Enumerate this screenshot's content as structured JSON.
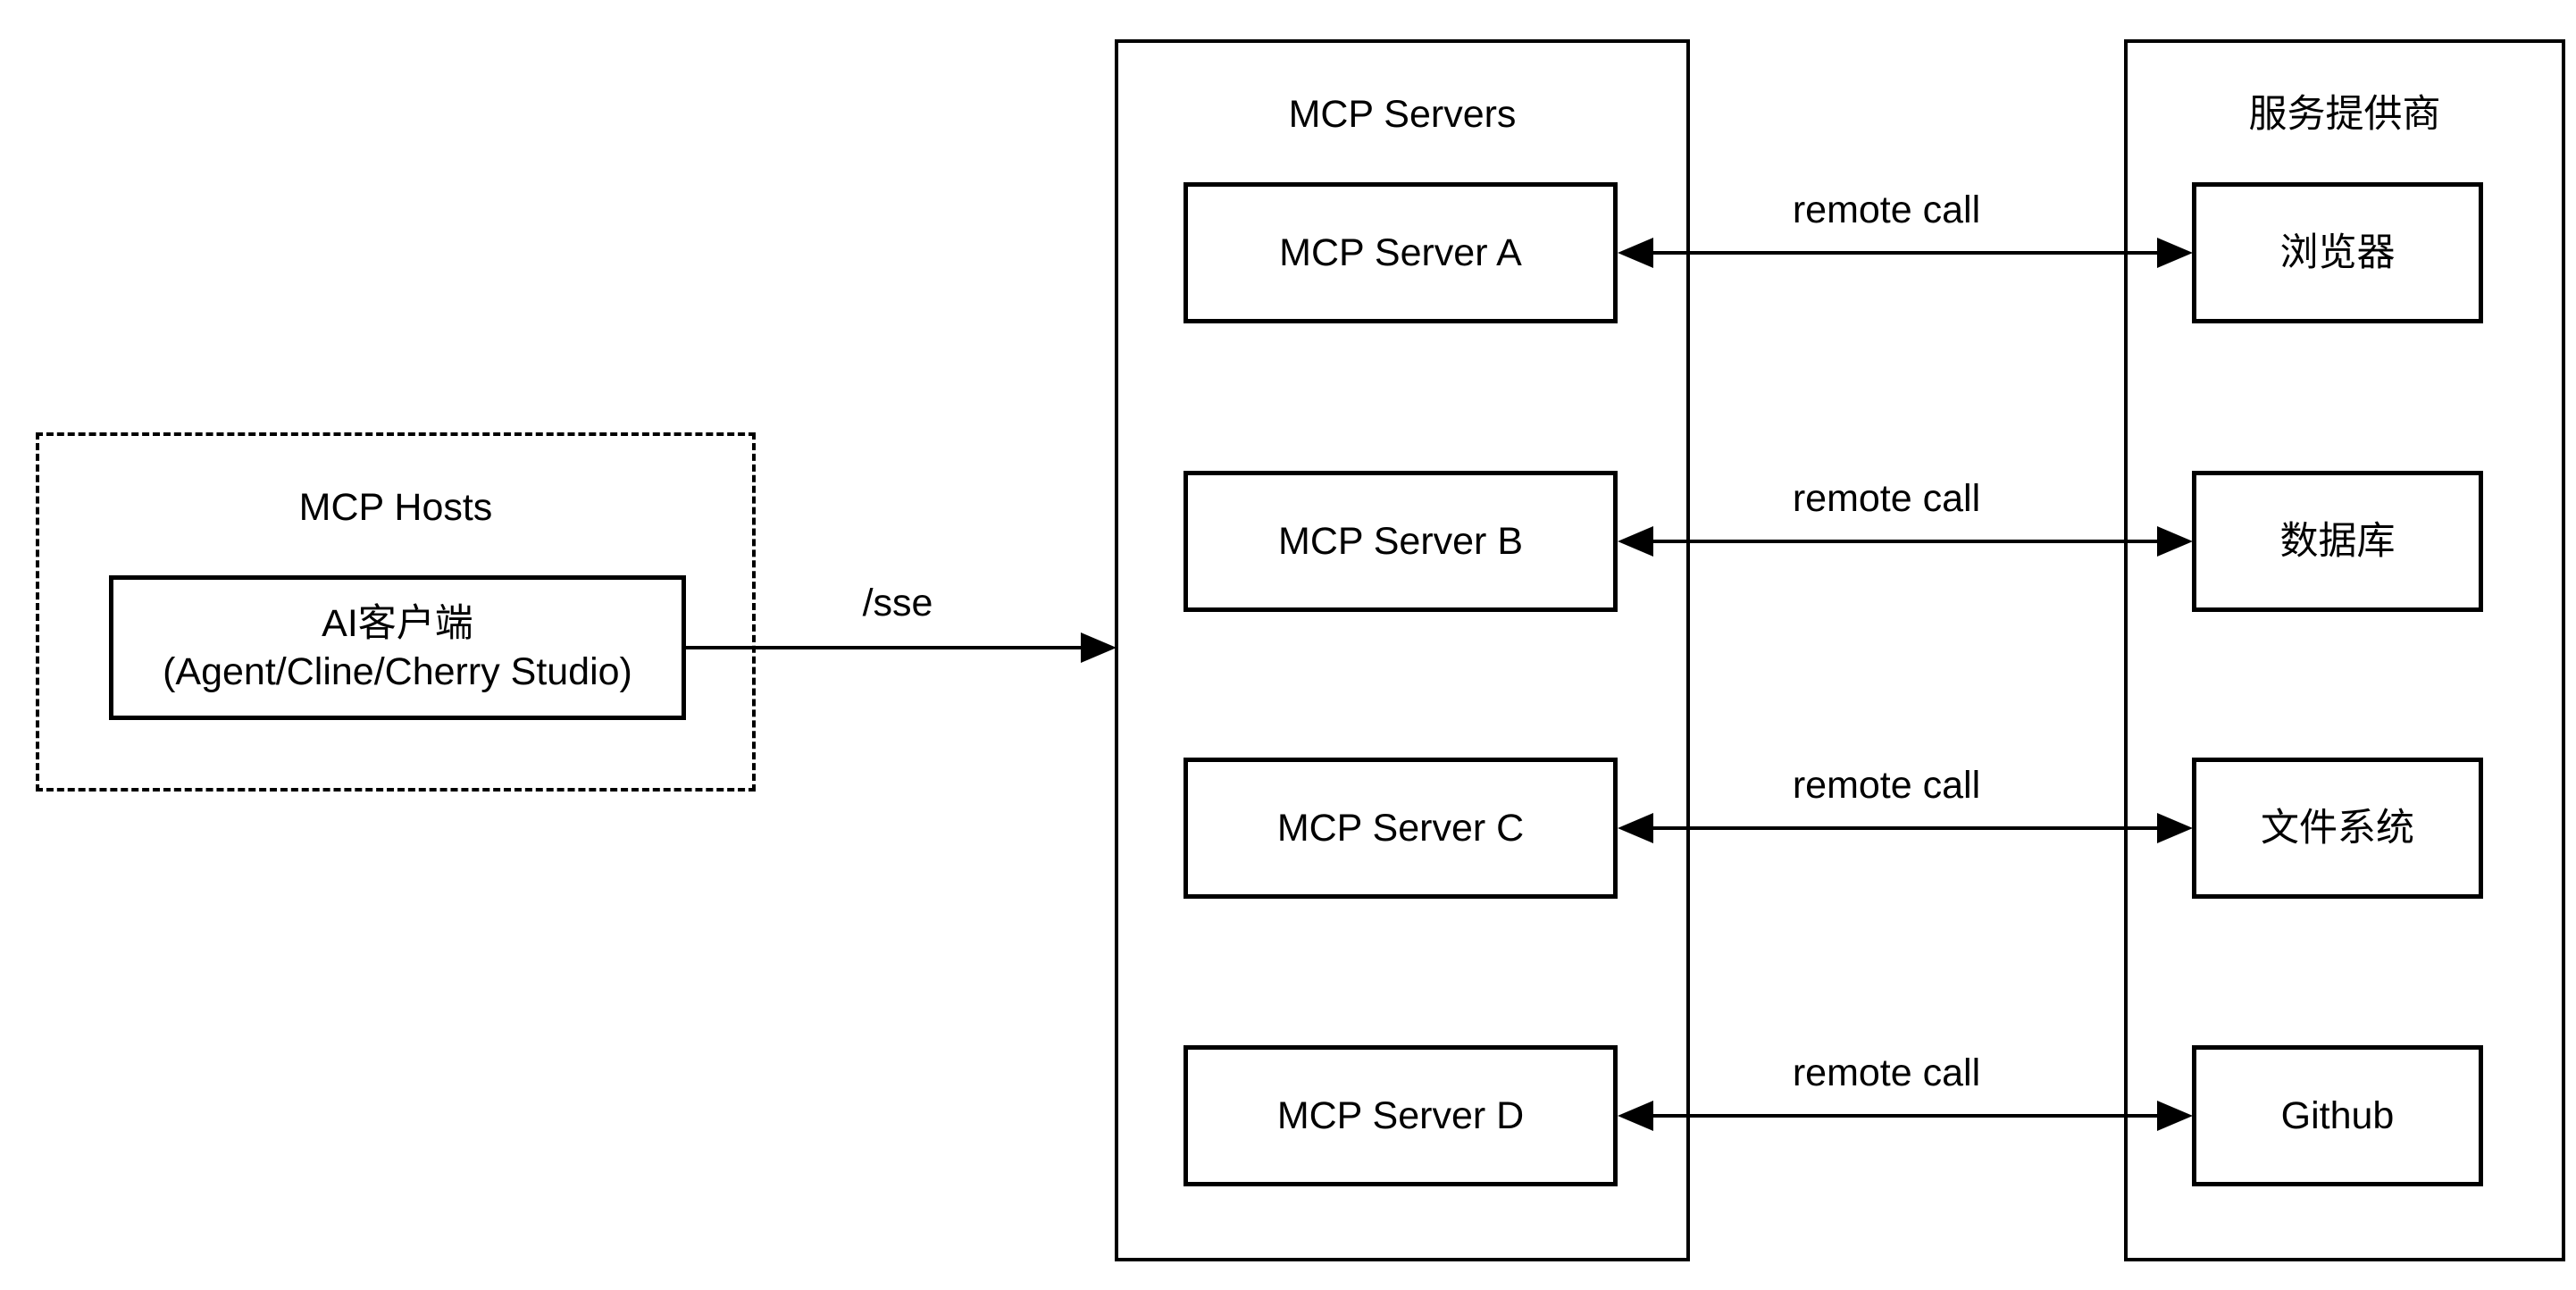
{
  "colors": {
    "stroke": "#000000",
    "background": "#ffffff"
  },
  "hosts": {
    "title": "MCP Hosts",
    "client": {
      "line1": "AI客户端",
      "line2": "(Agent/Cline/Cherry Studio)"
    }
  },
  "sse": {
    "label": "/sse"
  },
  "servers": {
    "title": "MCP Servers",
    "items": [
      {
        "label": "MCP Server A"
      },
      {
        "label": "MCP Server B"
      },
      {
        "label": "MCP Server C"
      },
      {
        "label": "MCP Server D"
      }
    ]
  },
  "providers": {
    "title": "服务提供商",
    "items": [
      {
        "label": "浏览器"
      },
      {
        "label": "数据库"
      },
      {
        "label": "文件系统"
      },
      {
        "label": "Github"
      }
    ]
  },
  "connections": [
    {
      "label": "remote call"
    },
    {
      "label": "remote call"
    },
    {
      "label": "remote call"
    },
    {
      "label": "remote call"
    }
  ]
}
